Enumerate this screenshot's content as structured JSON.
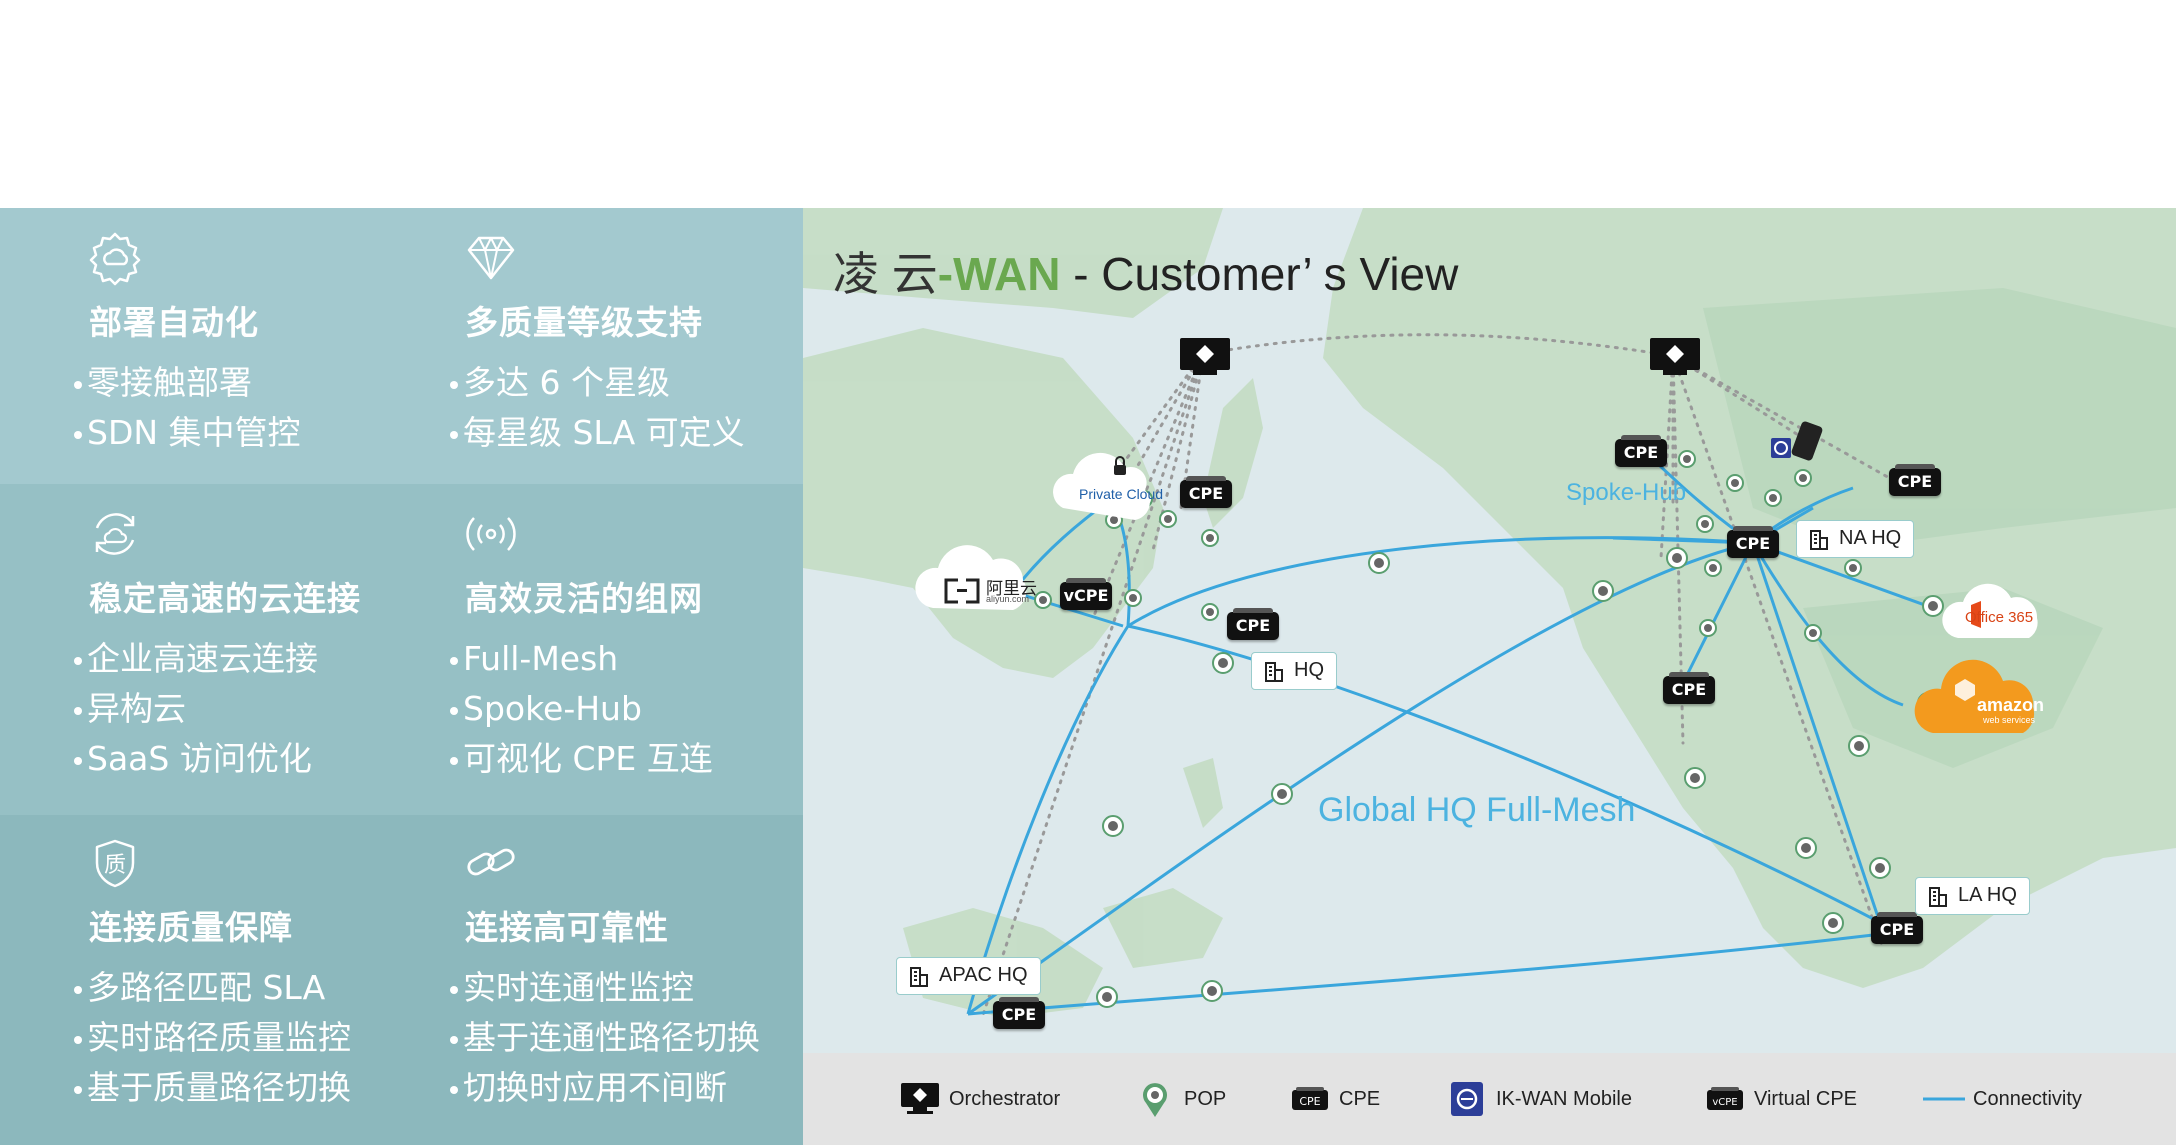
{
  "features": [
    {
      "id": "deploy",
      "icon": "gear-cloud-icon",
      "title": "部署自动化",
      "bullets": [
        "零接触部署",
        "SDN 集中管控"
      ]
    },
    {
      "id": "quality-level",
      "icon": "diamond-icon",
      "title": "多质量等级支持",
      "bullets": [
        "多达 6 个星级",
        "每星级 SLA 可定义"
      ]
    },
    {
      "id": "cloud-connect",
      "icon": "cloud-sync-icon",
      "title": "稳定高速的云连接",
      "bullets": [
        "企业高速云连接",
        "异构云",
        "SaaS 访问优化"
      ]
    },
    {
      "id": "networking",
      "icon": "broadcast-icon",
      "title": "高效灵活的组网",
      "bullets": [
        "Full-Mesh",
        "Spoke-Hub",
        "可视化 CPE 互连"
      ]
    },
    {
      "id": "quality-assurance",
      "icon": "quality-shield-icon",
      "title": "连接质量保障",
      "bullets": [
        "多路径匹配 SLA",
        "实时路径质量监控",
        "基于质量路径切换"
      ]
    },
    {
      "id": "reliability",
      "icon": "link-icon",
      "title": "连接高可靠性",
      "bullets": [
        "实时连通性监控",
        "基于连通性路径切换",
        "切换时应用不间断"
      ]
    }
  ],
  "map": {
    "title_part1": "凌 云",
    "title_part2": "-WAN",
    "title_part3": " - Customer’ s View",
    "spoke_hub_label": "Spoke-Hub",
    "full_mesh_label": "Global HQ Full-Mesh",
    "private_cloud_label": "Private Cloud",
    "aliyun_label": "阿里云",
    "aliyun_sub": "aliyun.com",
    "office365_label": "Office 365",
    "amazon_label": "amazon",
    "amazon_sub": "web services",
    "cpe_label": "CPE",
    "vcpe_label": "vCPE",
    "hq_tags": [
      "HQ",
      "NA HQ",
      "LA HQ",
      "APAC HQ"
    ],
    "colors": {
      "link": "#3aa6dc",
      "land": "#c4dcc5",
      "sea": "#dde9ec"
    }
  },
  "legend": {
    "orchestrator": "Orchestrator",
    "pop": "POP",
    "cpe": "CPE",
    "mobile": "IK-WAN Mobile",
    "vcpe": "Virtual CPE",
    "connectivity": "Connectivity"
  }
}
